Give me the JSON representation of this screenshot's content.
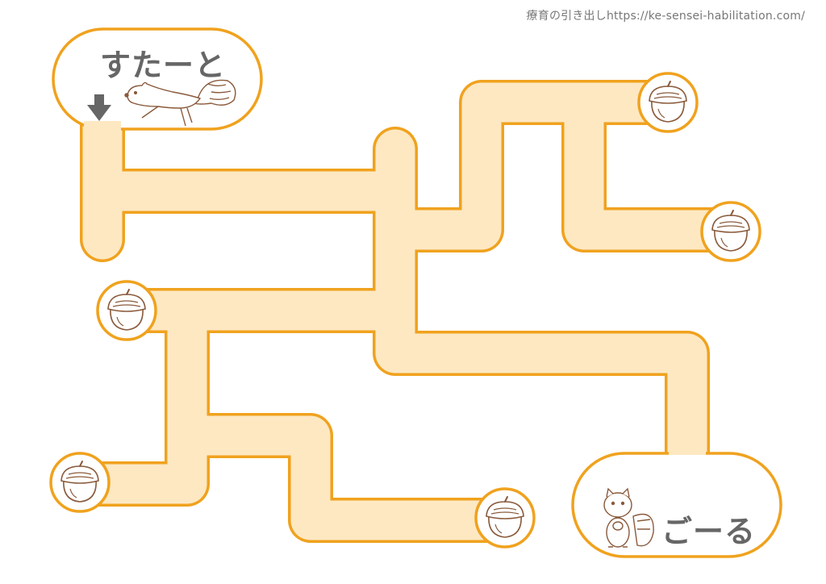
{
  "credit": "療育の引き出しhttps://ke-sensei-habilitation.com/",
  "start": {
    "label": "すたーと",
    "icon": "down-arrow-icon"
  },
  "goal": {
    "label": "ごーる"
  },
  "colors": {
    "border": "#f0a21e",
    "path": "#fde8c2",
    "text": "#666666",
    "acorn": "#8a5a3c"
  },
  "acorns": [
    "acorn-top-right",
    "acorn-right",
    "acorn-left-middle",
    "acorn-bottom-left",
    "acorn-bottom-middle"
  ]
}
